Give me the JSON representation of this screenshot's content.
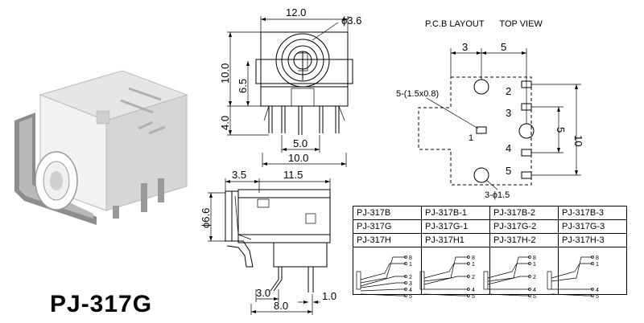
{
  "title": "PJ-317G",
  "pcb_layout": {
    "label": "P.C.B LAYOUT",
    "view": "TOP VIEW",
    "pin_one": "1"
  },
  "dimensions": {
    "top_width": "12.0",
    "hole_dia": "ϕ3.6",
    "height_total": "10.0",
    "height_inner": "6.5",
    "pin_len": "4.0",
    "pin_pitch": "5.0",
    "base_width": "10.0",
    "front_depth": "3.5",
    "body_len": "11.5",
    "barrel_dia": "ϕ6.6",
    "pin_offset": "3.0",
    "side_base": "8.0",
    "pin_w": "1.0",
    "pcb_left": "3",
    "pcb_right": "5",
    "pcb_pad": "5-(1.5x0.8)",
    "pcb_height": "10",
    "pcb_mid": "5",
    "pcb_hole": "3-ϕ1.5",
    "pcb_pads": [
      "2",
      "3",
      "4",
      "5"
    ]
  },
  "models": [
    [
      "PJ-317B",
      "PJ-317B-1",
      "PJ-317B-2",
      "PJ-317B-3"
    ],
    [
      "PJ-317G",
      "PJ-317G-1",
      "PJ-317G-2",
      "PJ-317G-3"
    ],
    [
      "PJ-317H",
      "PJ-317H1",
      "PJ-317H-2",
      "PJ-317H-3"
    ]
  ],
  "schematics": [
    [
      "8",
      "1",
      "2",
      "3",
      "4",
      "5"
    ],
    [
      "8",
      "1",
      "2",
      "4",
      "5"
    ],
    [
      "8",
      "1",
      "2",
      "4",
      "5"
    ],
    [
      "8",
      "1",
      "4",
      "5"
    ]
  ]
}
